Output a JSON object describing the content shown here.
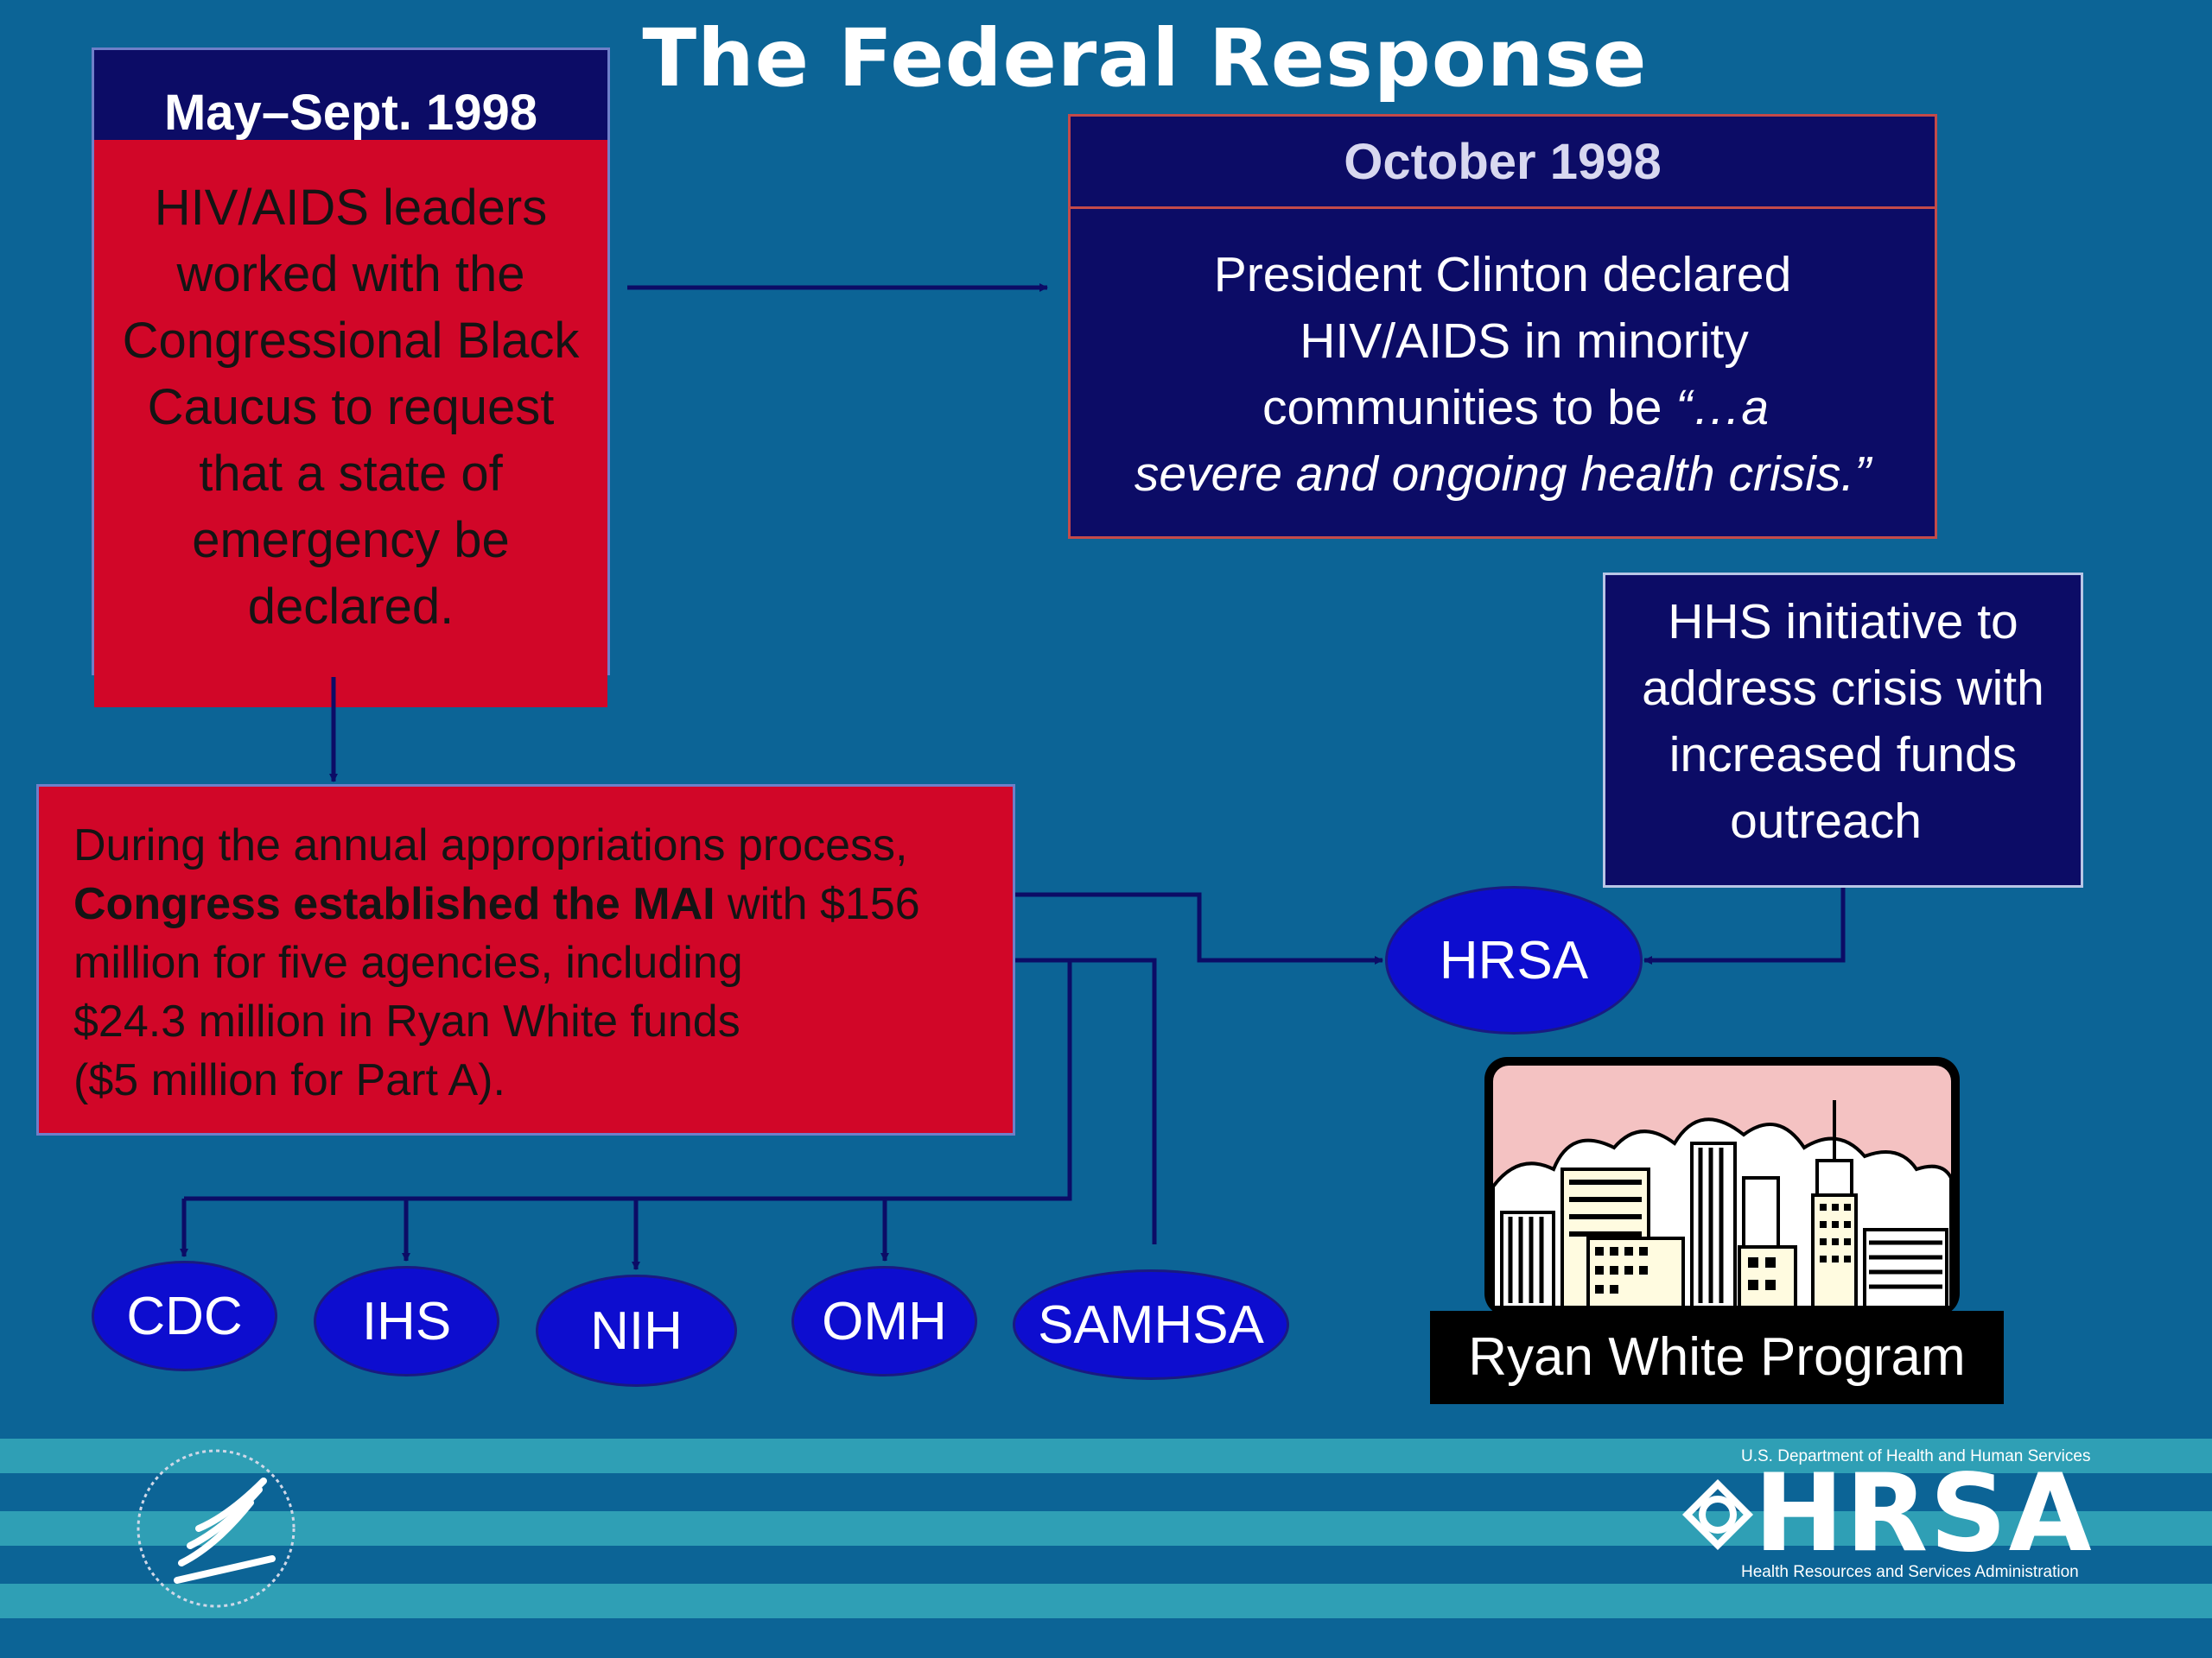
{
  "title": "The Federal Response",
  "box1": {
    "header": "May–Sept. 1998",
    "lines": [
      "HIV/AIDS leaders",
      "worked with the",
      "Congressional Black",
      "Caucus to request",
      "that a state of",
      "emergency be",
      "declared."
    ]
  },
  "box2": {
    "header": "October 1998",
    "line1": "President Clinton declared",
    "line2": "HIV/AIDS in minority",
    "line3_text": "communities to be ",
    "line3_quote": "“…a",
    "line4_quote": "severe and ongoing health crisis.”"
  },
  "hhs_box": {
    "lines": [
      "HHS initiative to",
      "address crisis with",
      "increased funds",
      "outreach"
    ]
  },
  "mai_box": {
    "line1": "During the annual appropriations process,",
    "line2_bold": "Congress established the MAI",
    "line2_rest": " with $156",
    "line3": "million for five agencies, including",
    "line4": "$24.3 million in Ryan White funds",
    "line5": "($5 million for Part A)."
  },
  "agencies": [
    "HRSA",
    "CDC",
    "IHS",
    "NIH",
    "OMH",
    "SAMHSA"
  ],
  "ryan_white_label": "Ryan White Program",
  "hrsa_logo": {
    "top_text": "U.S. Department of Health and Human Services",
    "wordmark": "HRSA",
    "bottom_text": "Health Resources and Services Administration"
  },
  "icons": [
    "hhs-eagle-seal-icon",
    "hrsa-knot-icon",
    "city-skyline-icon"
  ],
  "colors": {
    "background": "#0c6496",
    "red_box": "#d10628",
    "navy": "#0c0c66",
    "ellipse": "#0d0dcf",
    "stripe": "#2f9fb5"
  }
}
